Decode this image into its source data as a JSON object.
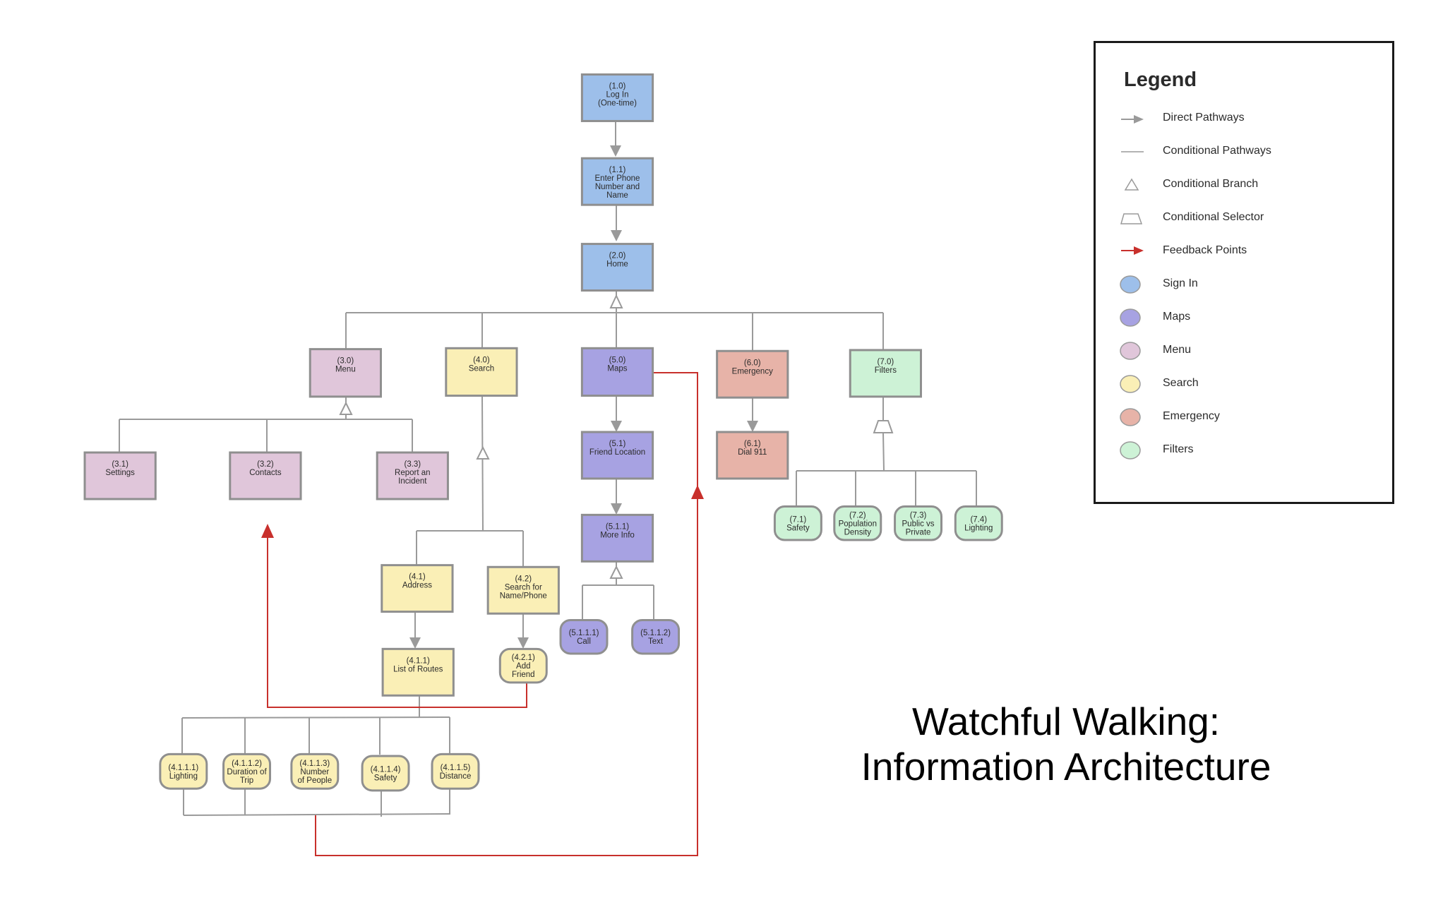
{
  "title": {
    "line1": "Watchful Walking:",
    "line2": "Information Architecture"
  },
  "colors": {
    "sign_in": "#9dbfea",
    "maps": "#a7a2e2",
    "menu": "#e0c6da",
    "search": "#faefb6",
    "emergency": "#e7b3a8",
    "filters": "#cdf2d6",
    "direct_pathway": "#9a9a9a",
    "feedback": "#c8302c"
  },
  "nodes": {
    "n1_0": {
      "id": "(1.0)",
      "lines": [
        "Log In",
        "(One-time)"
      ],
      "category": "sign_in"
    },
    "n1_1": {
      "id": "(1.1)",
      "lines": [
        "Enter Phone",
        "Number and",
        "Name"
      ],
      "category": "sign_in"
    },
    "n2_0": {
      "id": "(2.0)",
      "lines": [
        "Home"
      ],
      "category": "sign_in"
    },
    "n3_0": {
      "id": "(3.0)",
      "lines": [
        "Menu"
      ],
      "category": "menu"
    },
    "n3_1": {
      "id": "(3.1)",
      "lines": [
        "Settings"
      ],
      "category": "menu"
    },
    "n3_2": {
      "id": "(3.2)",
      "lines": [
        "Contacts"
      ],
      "category": "menu"
    },
    "n3_3": {
      "id": "(3.3)",
      "lines": [
        "Report an",
        "Incident"
      ],
      "category": "menu"
    },
    "n4_0": {
      "id": "(4.0)",
      "lines": [
        "Search"
      ],
      "category": "search"
    },
    "n4_1": {
      "id": "(4.1)",
      "lines": [
        "Address"
      ],
      "category": "search"
    },
    "n4_2": {
      "id": "(4.2)",
      "lines": [
        "Search for",
        "Name/Phone"
      ],
      "category": "search"
    },
    "n4_1_1": {
      "id": "(4.1.1)",
      "lines": [
        "List of Routes"
      ],
      "category": "search"
    },
    "n4_2_1": {
      "id": "(4.2.1)",
      "lines": [
        "Add",
        "Friend"
      ],
      "category": "search"
    },
    "n4_1_1_1": {
      "id": "(4.1.1.1)",
      "lines": [
        "Lighting"
      ],
      "category": "search"
    },
    "n4_1_1_2": {
      "id": "(4.1.1.2)",
      "lines": [
        "Duration of",
        "Trip"
      ],
      "category": "search"
    },
    "n4_1_1_3": {
      "id": "(4.1.1.3)",
      "lines": [
        "Number",
        "of People"
      ],
      "category": "search"
    },
    "n4_1_1_4": {
      "id": "(4.1.1.4)",
      "lines": [
        "Safety"
      ],
      "category": "search"
    },
    "n4_1_1_5": {
      "id": "(4.1.1.5)",
      "lines": [
        "Distance"
      ],
      "category": "search"
    },
    "n5_0": {
      "id": "(5.0)",
      "lines": [
        "Maps"
      ],
      "category": "maps"
    },
    "n5_1": {
      "id": "(5.1)",
      "lines": [
        "Friend Location"
      ],
      "category": "maps"
    },
    "n5_1_1": {
      "id": "(5.1.1)",
      "lines": [
        "More Info"
      ],
      "category": "maps"
    },
    "n5_1_1_1": {
      "id": "(5.1.1.1)",
      "lines": [
        "Call"
      ],
      "category": "maps"
    },
    "n5_1_1_2": {
      "id": "(5.1.1.2)",
      "lines": [
        "Text"
      ],
      "category": "maps"
    },
    "n6_0": {
      "id": "(6.0)",
      "lines": [
        "Emergency"
      ],
      "category": "emergency"
    },
    "n6_1": {
      "id": "(6.1)",
      "lines": [
        "Dial 911"
      ],
      "category": "emergency"
    },
    "n7_0": {
      "id": "(7.0)",
      "lines": [
        "Filters"
      ],
      "category": "filters"
    },
    "n7_1": {
      "id": "(7.1)",
      "lines": [
        "Safety"
      ],
      "category": "filters"
    },
    "n7_2": {
      "id": "(7.2)",
      "lines": [
        "Population",
        "Density"
      ],
      "category": "filters"
    },
    "n7_3": {
      "id": "(7.3)",
      "lines": [
        "Public vs",
        "Private"
      ],
      "category": "filters"
    },
    "n7_4": {
      "id": "(7.4)",
      "lines": [
        "Lighting"
      ],
      "category": "filters"
    }
  },
  "legend": {
    "title": "Legend",
    "items": [
      {
        "label": "Direct Pathways",
        "icon": "gray-arrow-icon"
      },
      {
        "label": "Conditional Pathways",
        "icon": "gray-line-icon"
      },
      {
        "label": "Conditional Branch",
        "icon": "triangle-icon"
      },
      {
        "label": "Conditional Selector",
        "icon": "trapezoid-icon"
      },
      {
        "label": "Feedback Points",
        "icon": "red-arrow-icon"
      },
      {
        "label": "Sign In",
        "icon": "sign-in-swatch-icon",
        "color_key": "sign_in"
      },
      {
        "label": "Maps",
        "icon": "maps-swatch-icon",
        "color_key": "maps"
      },
      {
        "label": "Menu",
        "icon": "menu-swatch-icon",
        "color_key": "menu"
      },
      {
        "label": "Search",
        "icon": "search-swatch-icon",
        "color_key": "search"
      },
      {
        "label": "Emergency",
        "icon": "emergency-swatch-icon",
        "color_key": "emergency"
      },
      {
        "label": "Filters",
        "icon": "filters-swatch-icon",
        "color_key": "filters"
      }
    ]
  }
}
